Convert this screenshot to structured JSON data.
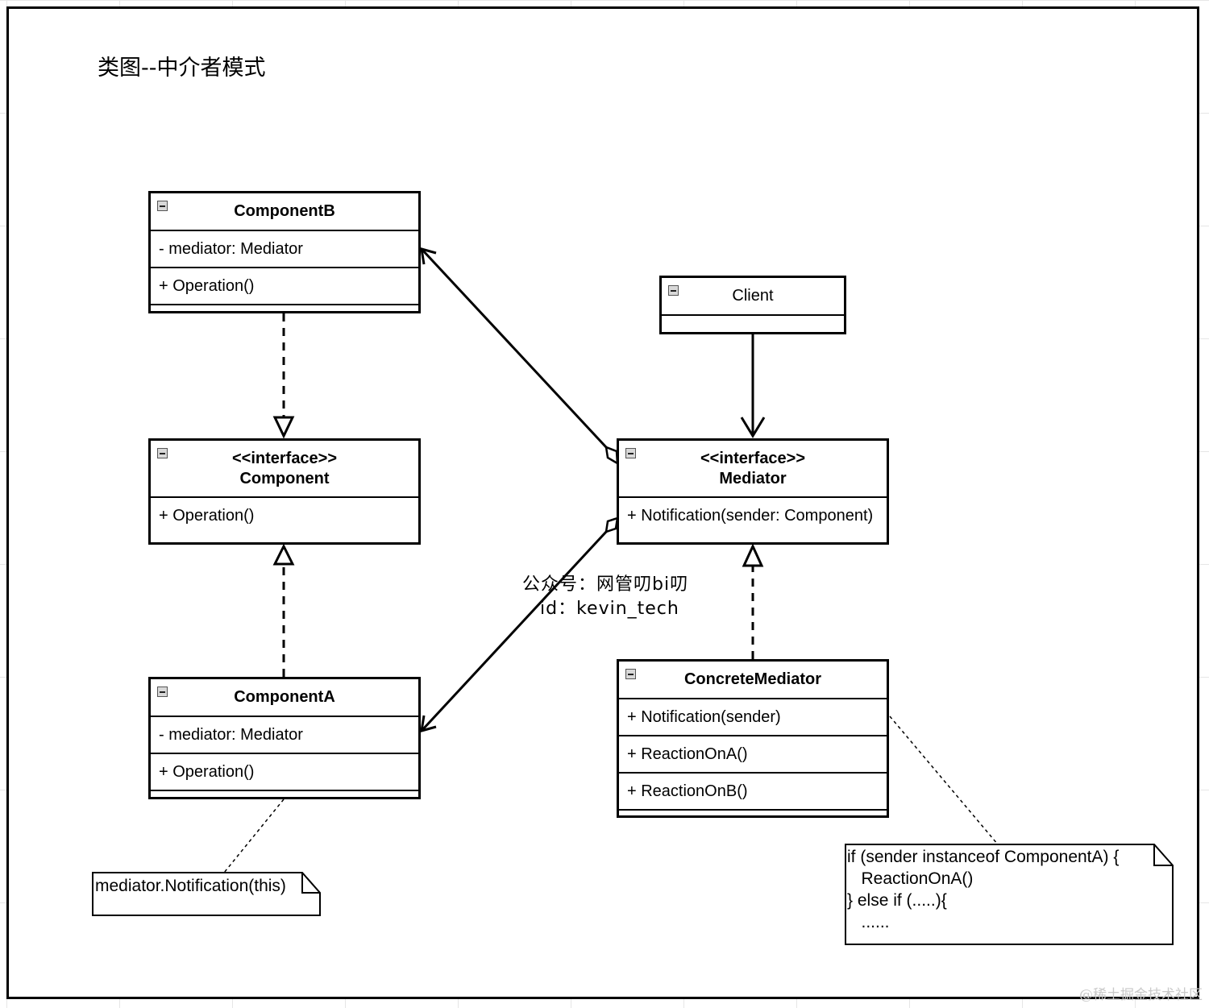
{
  "diagram": {
    "title": "类图--中介者模式",
    "classes": {
      "component_b": {
        "name": "ComponentB",
        "attributes": [
          "- mediator: Mediator"
        ],
        "operations": [
          "+ Operation()"
        ]
      },
      "component": {
        "stereotype": "<<interface>>",
        "name": "Component",
        "operations": [
          "+ Operation()"
        ]
      },
      "component_a": {
        "name": "ComponentA",
        "attributes": [
          "- mediator: Mediator"
        ],
        "operations": [
          "+ Operation()"
        ]
      },
      "client": {
        "name": "Client"
      },
      "mediator": {
        "stereotype": "<<interface>>",
        "name": "Mediator",
        "operations": [
          "+ Notification(sender: Component)"
        ]
      },
      "concrete_mediator": {
        "name": "ConcreteMediator",
        "operations": [
          "+ Notification(sender)",
          "+ ReactionOnA()",
          "+ ReactionOnB()"
        ]
      }
    },
    "notes": {
      "component_a_note": "mediator.Notification(this)",
      "concrete_mediator_note": [
        "if (sender instanceof ComponentA) {",
        "   ReactionOnA()",
        "} else if (.....){",
        "   ......"
      ]
    },
    "watermark": [
      "公众号：网管叨bi叨",
      "id：kevin_tech"
    ],
    "corner_watermark": "@稀土掘金技术社区",
    "colors": {
      "stroke": "#000000",
      "grid": "#e6e6e6",
      "background": "#ffffff"
    }
  }
}
